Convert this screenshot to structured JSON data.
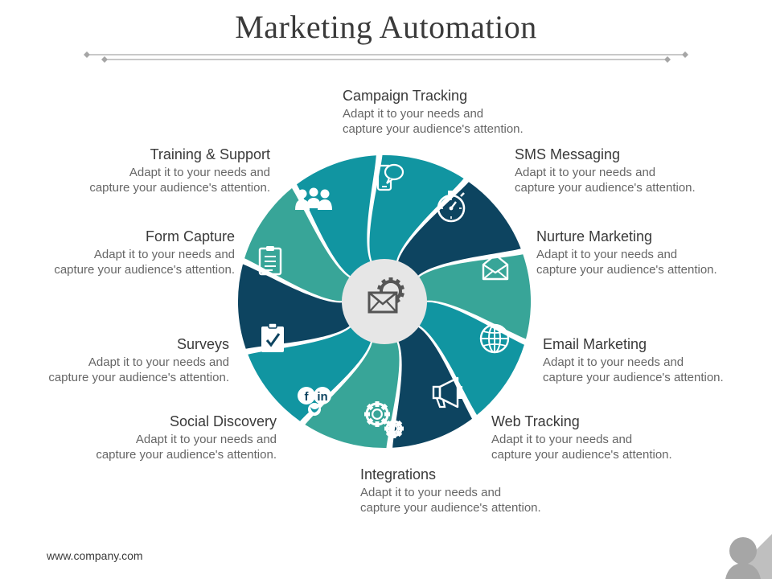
{
  "title": "Marketing Automation",
  "center_icon": "envelope-gear-icon",
  "colors": {
    "dark": "#0d4460",
    "teal": "#1195a1",
    "mint": "#38a598",
    "center": "#e6e6e6",
    "divider": "#a6a6a6"
  },
  "segments": [
    {
      "title": "Campaign Tracking",
      "description_line1": "Adapt it to your needs and",
      "description_line2": "capture your audience's attention.",
      "icon": "phone-chat-icon"
    },
    {
      "title": "SMS Messaging",
      "description_line1": "Adapt it to your needs and",
      "description_line2": "capture your audience's attention.",
      "icon": "stopwatch-icon"
    },
    {
      "title": "Nurture Marketing",
      "description_line1": "Adapt it to your needs and",
      "description_line2": "capture your audience's attention.",
      "icon": "open-envelope-icon"
    },
    {
      "title": "Email Marketing",
      "description_line1": "Adapt it to your needs and",
      "description_line2": "capture your audience's attention.",
      "icon": "globe-icon"
    },
    {
      "title": "Web Tracking",
      "description_line1": "Adapt it to your needs and",
      "description_line2": "capture your audience's attention.",
      "icon": "megaphone-icon"
    },
    {
      "title": "Integrations",
      "description_line1": "Adapt it to your needs and",
      "description_line2": "capture your audience's attention.",
      "icon": "gears-icon"
    },
    {
      "title": "Social Discovery",
      "description_line1": "Adapt it to your needs and",
      "description_line2": "capture your audience's attention.",
      "icon": "social-media-icon"
    },
    {
      "title": "Surveys",
      "description_line1": "Adapt it to your needs and",
      "description_line2": "capture your audience's attention.",
      "icon": "checklist-icon"
    },
    {
      "title": "Form Capture",
      "description_line1": "Adapt it to your needs and",
      "description_line2": "capture your audience's attention.",
      "icon": "clipboard-icon"
    },
    {
      "title": "Training & Support",
      "description_line1": "Adapt it to your needs and",
      "description_line2": "capture your audience's attention.",
      "icon": "people-group-icon"
    }
  ],
  "social_letters": {
    "facebook": "f",
    "linkedin": "in"
  },
  "footer": {
    "website": "www.company.com"
  }
}
